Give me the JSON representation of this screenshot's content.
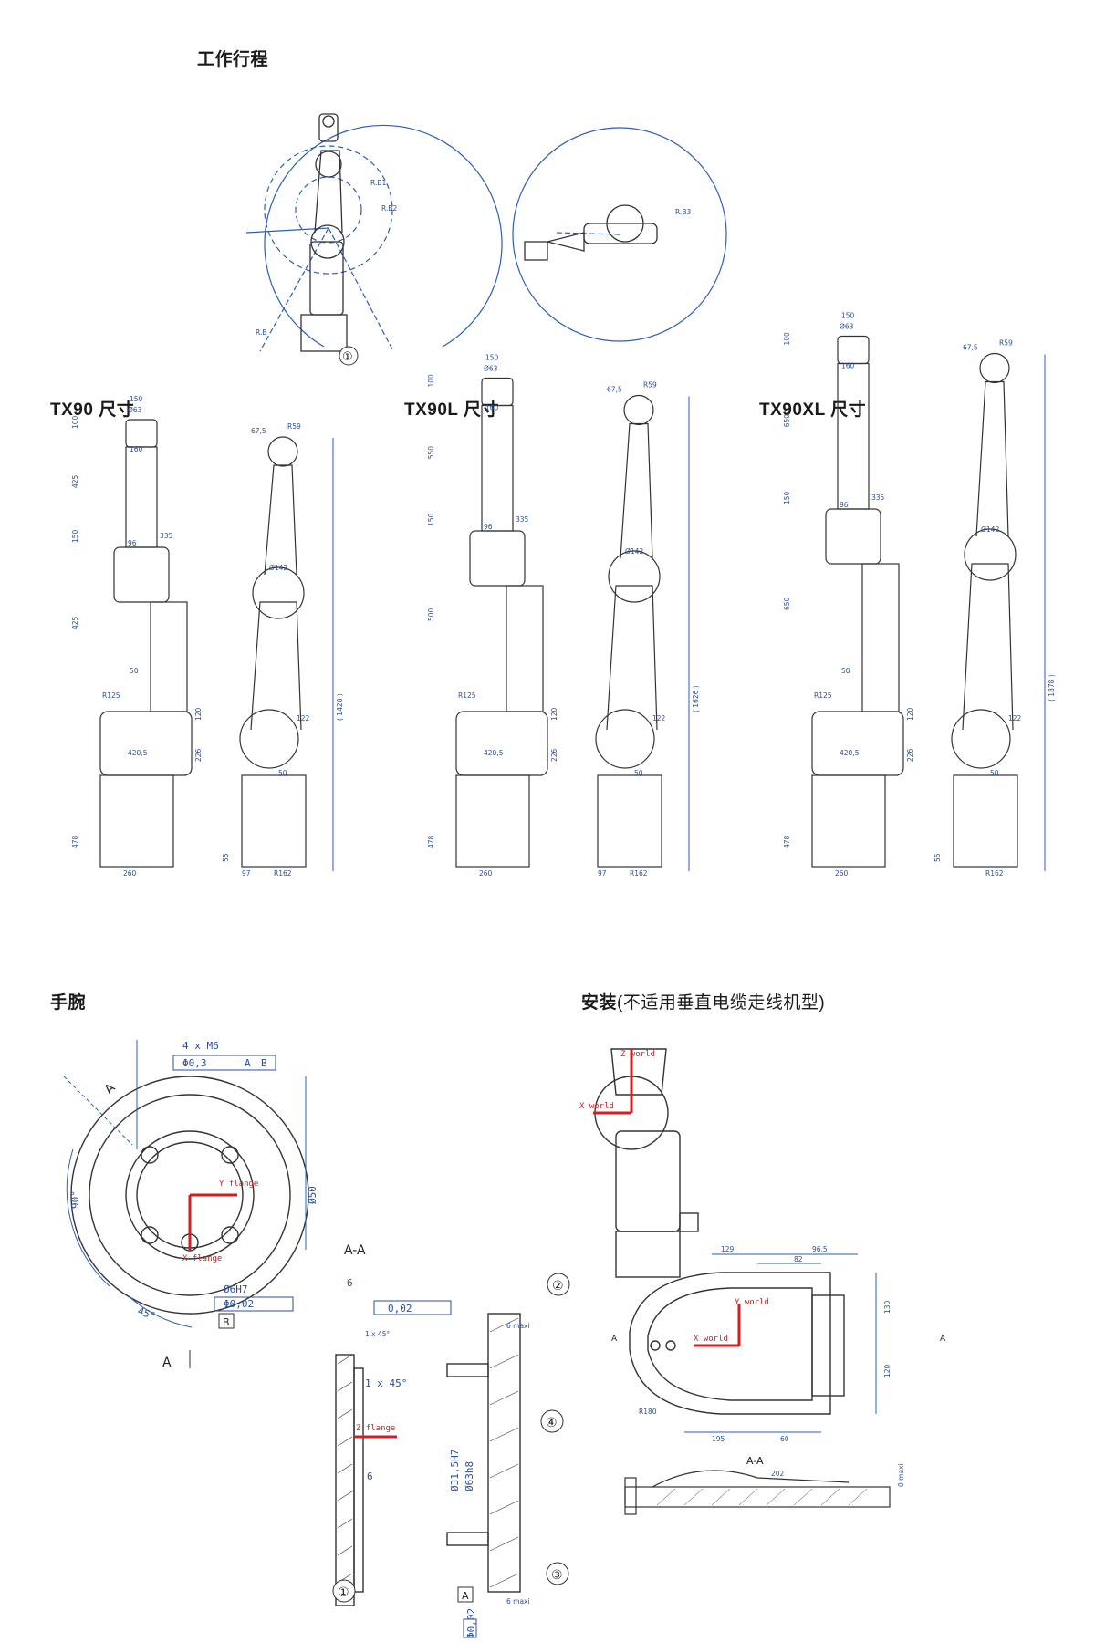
{
  "headings": {
    "workspace": "工作行程",
    "tx90": "TX90 尺寸",
    "tx90l": "TX90L 尺寸",
    "tx90xl": "TX90XL 尺寸",
    "wrist": "手腕",
    "mount": "安装",
    "mount_note": "(不适用垂直电缆走线机型)"
  },
  "workspace": {
    "callout": "①",
    "labels": [
      "R.B",
      "R.B1",
      "R.B2",
      "R.B3"
    ]
  },
  "tx90": {
    "front": {
      "top": "150",
      "d_flange": "Ø63",
      "h1": "100",
      "w160": "160",
      "h425a": "425",
      "w335": "335",
      "w96": "96",
      "h150": "150",
      "h425b": "425",
      "w50": "50",
      "r125": "R125",
      "h120": "120",
      "w4205": "420,5",
      "h226": "226",
      "h478": "478",
      "w260": "260"
    },
    "side": {
      "w675": "67,5",
      "r59": "R59",
      "d142": "Ø142",
      "reach": "( 1428 )",
      "w122": "122",
      "w50": "50",
      "h55": "55",
      "w97": "97",
      "r162": "R162"
    }
  },
  "tx90l": {
    "front": {
      "top": "150",
      "d_flange": "Ø63",
      "h1": "100",
      "w160": "160",
      "h550": "550",
      "w335": "335",
      "w96": "96",
      "h150": "150",
      "h500": "500",
      "r125": "R125",
      "h120": "120",
      "w4205": "420,5",
      "h226": "226",
      "h478": "478",
      "w260": "260"
    },
    "side": {
      "w675": "67,5",
      "r59": "R59",
      "d142": "Ø142",
      "reach": "( 1626 )",
      "w122": "122",
      "w50": "50",
      "w97": "97",
      "r162": "R162"
    }
  },
  "tx90xl": {
    "front": {
      "top": "150",
      "d_flange": "Ø63",
      "h1": "100",
      "w160": "160",
      "h650a": "650",
      "w335": "335",
      "w96": "96",
      "h150": "150",
      "h650b": "650",
      "w50": "50",
      "r125": "R125",
      "h120": "120",
      "w4205": "420,5",
      "h226": "226",
      "h478": "478",
      "w260": "260"
    },
    "side": {
      "w675": "67,5",
      "r59": "R59",
      "d142": "Ø142",
      "reach": "( 1878 )",
      "w122": "122",
      "w50": "50",
      "h55": "55",
      "r162": "R162"
    }
  },
  "wrist": {
    "thread": "4 x M6",
    "tol1": "Φ0,3",
    "ref_a": "A",
    "ref_b": "B",
    "y_flange": "Y flange",
    "x_flange": "X flange",
    "z_flange": "Z flange",
    "d50": "Ø50",
    "angle90": "90°",
    "angle45": "45°",
    "d6h7": "Ø6H7",
    "tol2": "Φ0,02",
    "section": "A-A",
    "a_label": "A",
    "dim6a": "6",
    "perp": "0,02",
    "chamfer1": "1 x 45°",
    "chamfer2": "1 x 45°",
    "d315": "Ø31,5H7",
    "d63": "Ø63h8",
    "dim6b": "6",
    "maxi1": "6 maxi",
    "maxi2": "6 maxi",
    "tol3": "Φ0,02",
    "callouts": [
      "②",
      "④",
      "③",
      "①"
    ]
  },
  "mount": {
    "z_world": "Z world",
    "x_world": "X world",
    "y_world": "Y world",
    "x_world2": "X world",
    "dims_top": [
      "129",
      "96,5",
      "82"
    ],
    "dims_side": [
      "130",
      "120"
    ],
    "dims_bottom": [
      "195",
      "60"
    ],
    "r180": "R180",
    "section": "A-A",
    "a1": "A",
    "a2": "A",
    "sec_dims": [
      "202",
      "0 maxi"
    ]
  }
}
